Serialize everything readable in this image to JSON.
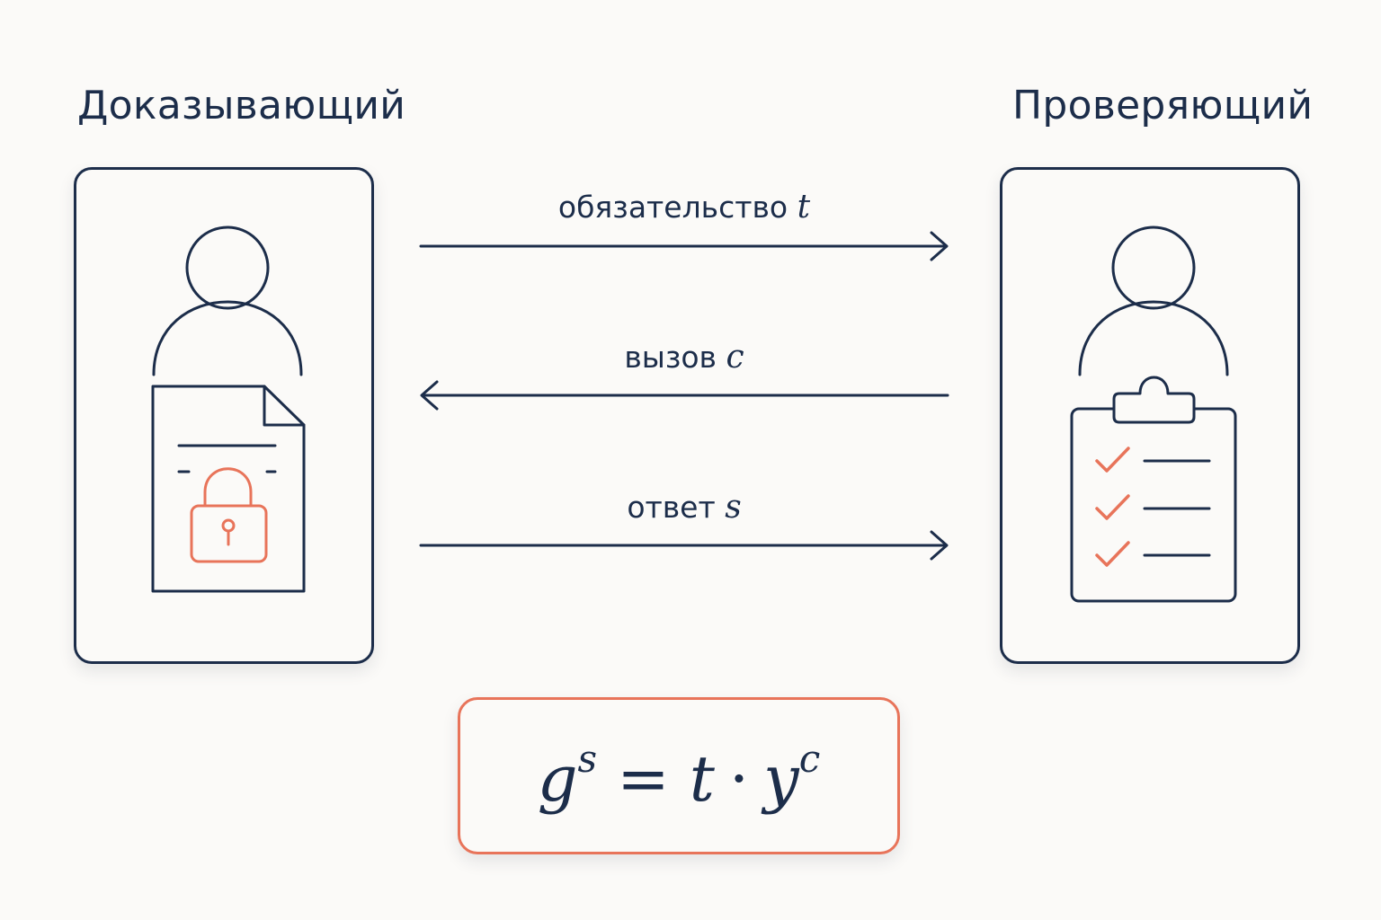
{
  "prover": {
    "title": "Доказывающий",
    "icons": [
      "person-icon",
      "document-icon",
      "padlock-icon"
    ]
  },
  "verifier": {
    "title": "Проверяющий",
    "icons": [
      "person-icon",
      "clipboard-icon",
      "checkmark-icon"
    ],
    "checklist_items": 3
  },
  "messages": [
    {
      "label": "обязательство",
      "variable": "t",
      "direction": "prover-to-verifier"
    },
    {
      "label": "вызов",
      "variable": "c",
      "direction": "verifier-to-prover"
    },
    {
      "label": "ответ",
      "variable": "s",
      "direction": "prover-to-verifier"
    }
  ],
  "equation": {
    "base_left": "g",
    "exp_left": "s",
    "equals": "=",
    "term_t": "t",
    "dot": "·",
    "base_right": "y",
    "exp_right": "c"
  },
  "colors": {
    "ink": "#1c2d4a",
    "accent": "#e8745a",
    "background": "#fbfaf8"
  }
}
